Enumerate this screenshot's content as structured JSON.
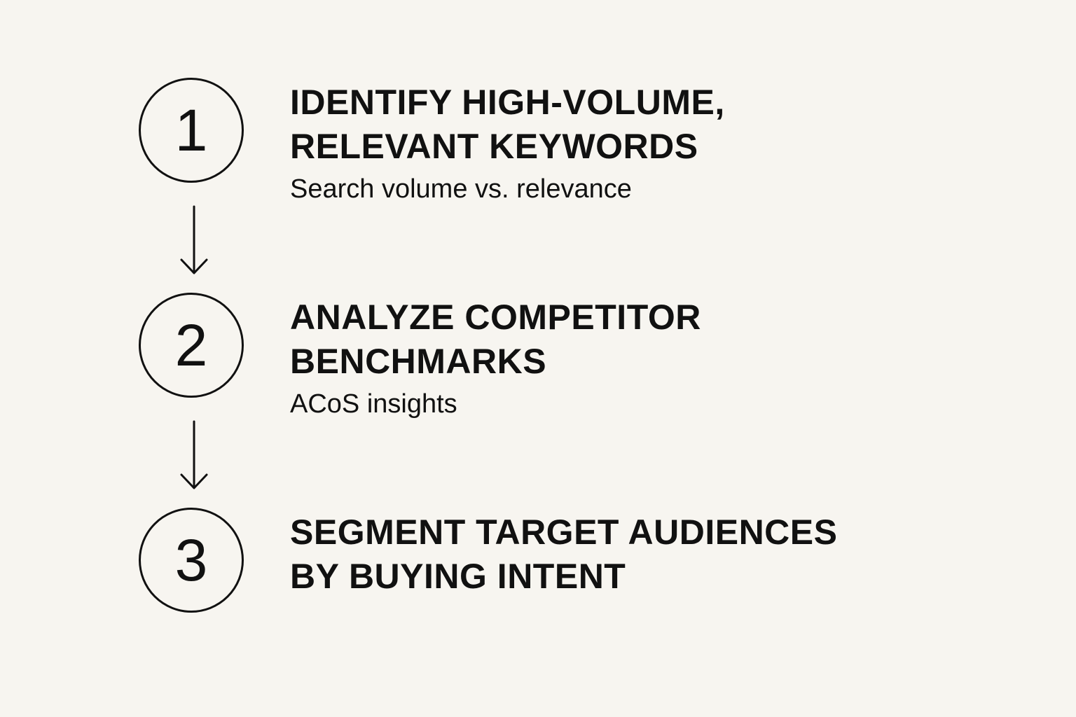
{
  "steps": [
    {
      "number": "1",
      "title_lines": [
        "IDENTIFY HIGH-VOLUME,",
        "RELEVANT KEYWORDS"
      ],
      "subtitle": "Search volume vs. relevance"
    },
    {
      "number": "2",
      "title_lines": [
        "ANALYZE COMPETITOR",
        "BENCHMARKS"
      ],
      "subtitle": "ACoS insights"
    },
    {
      "number": "3",
      "title_lines": [
        "SEGMENT TARGET AUDIENCES",
        "BY BUYING INTENT"
      ],
      "subtitle": ""
    }
  ],
  "colors": {
    "background": "#f7f5f0",
    "ink": "#111111"
  },
  "icons": [
    "arrow-down-icon"
  ]
}
